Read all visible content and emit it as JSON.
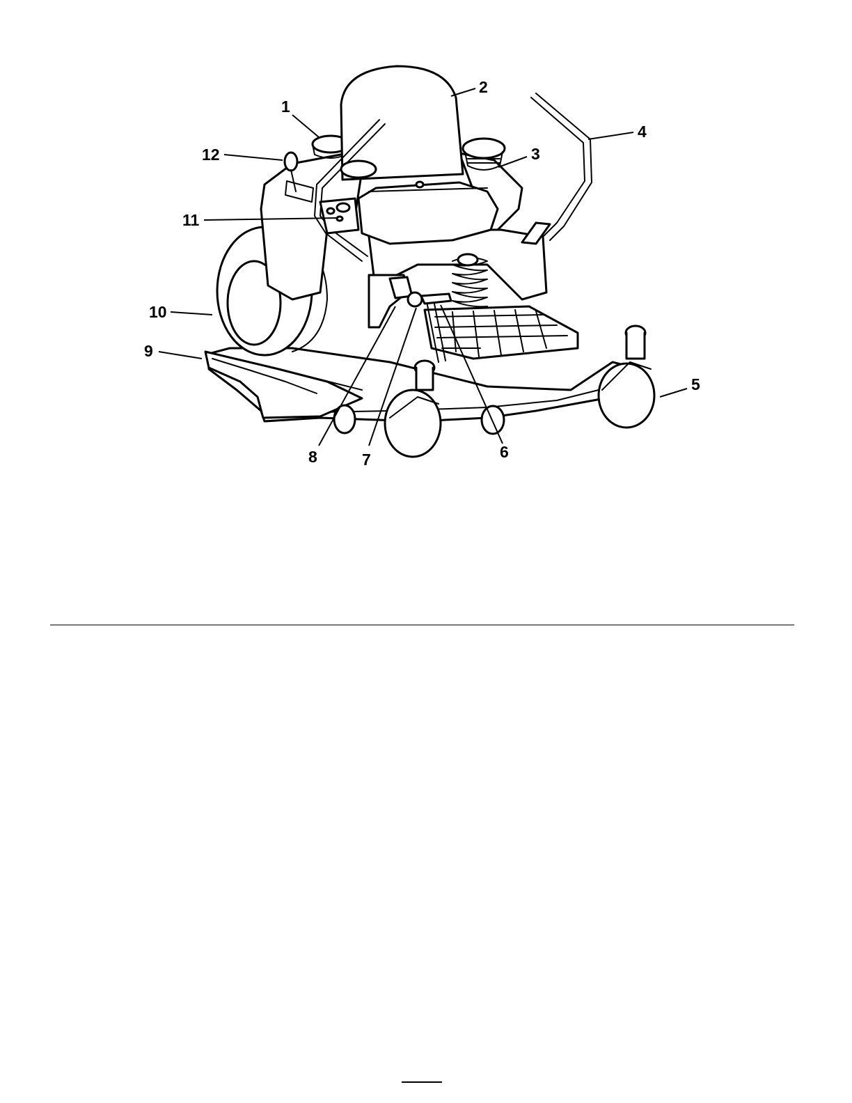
{
  "figure": {
    "callouts": [
      {
        "id": "1",
        "label": "1"
      },
      {
        "id": "2",
        "label": "2"
      },
      {
        "id": "3",
        "label": "3"
      },
      {
        "id": "4",
        "label": "4"
      },
      {
        "id": "5",
        "label": "5"
      },
      {
        "id": "6",
        "label": "6"
      },
      {
        "id": "7",
        "label": "7"
      },
      {
        "id": "8",
        "label": "8"
      },
      {
        "id": "9",
        "label": "9"
      },
      {
        "id": "10",
        "label": "10"
      },
      {
        "id": "11",
        "label": "11"
      },
      {
        "id": "12",
        "label": "12"
      }
    ]
  }
}
